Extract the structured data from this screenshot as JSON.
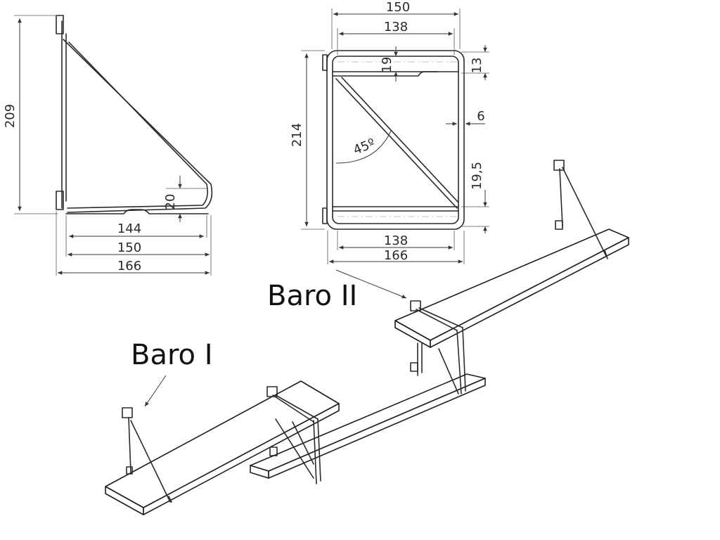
{
  "side_view": {
    "height_label": "209",
    "dim_20": "20",
    "dim_144": "144",
    "dim_150": "150",
    "dim_166": "166"
  },
  "front_view": {
    "dim_150": "150",
    "dim_138_top": "138",
    "dim_19": "19",
    "dim_13": "13",
    "dim_214": "214",
    "dim_6": "6",
    "angle": "45º",
    "dim_19_5": "19,5",
    "dim_138_bottom": "138",
    "dim_166": "166"
  },
  "labels": {
    "baro_1": "Baro I",
    "baro_2": "Baro II"
  }
}
